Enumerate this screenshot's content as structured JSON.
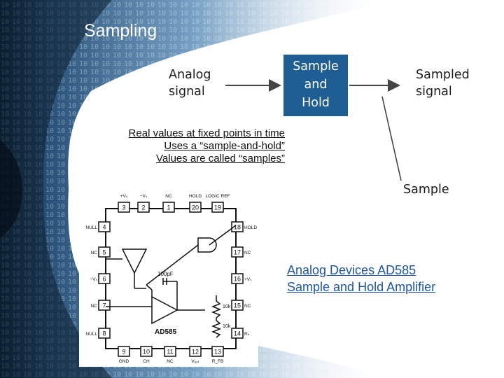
{
  "slide": {
    "title": "Sampling",
    "flow": {
      "input_label": [
        "Analog",
        "signal"
      ],
      "box_label": [
        "Sample",
        "and",
        "Hold"
      ],
      "output_label": [
        "Sampled",
        "signal"
      ],
      "sample_label": "Sample"
    },
    "notes": [
      "Real values at fixed points in time",
      "Uses a “sample-and-hold”",
      "Values are called “samples”"
    ],
    "device": [
      "Analog Devices AD585",
      "Sample and Hold Amplifier"
    ],
    "schematic": {
      "chip_name": "AD585",
      "cap_label": "100pF",
      "r_labels": [
        "10k",
        "10k"
      ],
      "top_pins": [
        {
          "num": "3",
          "label": "+Vₛ"
        },
        {
          "num": "2",
          "label": "−Vₛ"
        },
        {
          "num": "1",
          "label": "NC"
        },
        {
          "num": "20",
          "label": "HOLD"
        },
        {
          "num": "19",
          "label": "LOGIC REF"
        }
      ],
      "left_pins": [
        {
          "num": "4",
          "label": "NULL"
        },
        {
          "num": "5",
          "label": "NC"
        },
        {
          "num": "6",
          "label": "−Vₛ"
        },
        {
          "num": "7",
          "label": "NC"
        },
        {
          "num": "8",
          "label": "NULL"
        }
      ],
      "right_pins": [
        {
          "num": "18",
          "label": "HOLD"
        },
        {
          "num": "17",
          "label": "NC"
        },
        {
          "num": "16",
          "label": "+Vₛ"
        },
        {
          "num": "15",
          "label": "NC"
        },
        {
          "num": "14",
          "label": "Rₙ"
        }
      ],
      "bottom_pins": [
        {
          "num": "9",
          "label": "GND"
        },
        {
          "num": "10",
          "label": "CH"
        },
        {
          "num": "11",
          "label": "NC"
        },
        {
          "num": "12",
          "label": "Vₒᵤₜ"
        },
        {
          "num": "13",
          "label": "R_FB"
        }
      ]
    }
  }
}
